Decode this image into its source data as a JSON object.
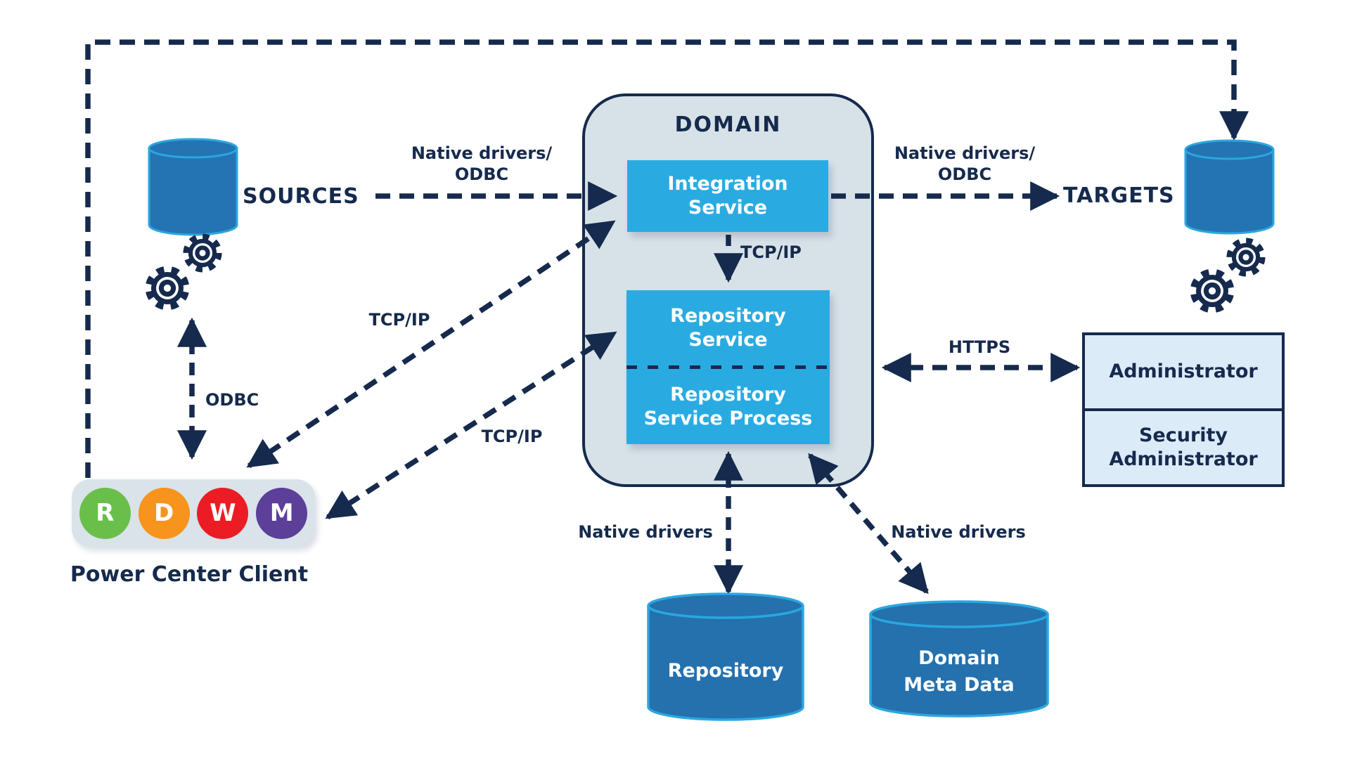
{
  "colors": {
    "navy": "#152A4D",
    "service_blue": "#29ABE2",
    "domain_fill": "#D7E1E8",
    "client_fill": "#D9E3E9",
    "admin_fill": "#DCEBF8",
    "cylinder_fill": "#2474B3",
    "cylinder_stroke": "#2BA7DF",
    "white": "#FFFFFF"
  },
  "domain": {
    "title": "DOMAIN"
  },
  "nodes": {
    "sources": {
      "label": "SOURCES"
    },
    "targets": {
      "label": "TARGETS"
    },
    "integration_service": {
      "line1": "Integration",
      "line2": "Service"
    },
    "repository_service": {
      "line1": "Repository",
      "line2": "Service"
    },
    "repository_service_process": {
      "line1": "Repository",
      "line2": "Service Process"
    },
    "administrator": {
      "label": "Administrator"
    },
    "security_administrator": {
      "line1": "Security",
      "line2": "Administrator"
    },
    "power_center_client": {
      "label": "Power Center Client",
      "tools": [
        {
          "letter": "R",
          "color": "#6ABF4B"
        },
        {
          "letter": "D",
          "color": "#F7941E"
        },
        {
          "letter": "W",
          "color": "#EC1C24"
        },
        {
          "letter": "M",
          "color": "#5B3F99"
        }
      ]
    },
    "repository_db": {
      "label": "Repository"
    },
    "domain_meta_data_db": {
      "line1": "Domain",
      "line2": "Meta Data"
    }
  },
  "edges": {
    "sources_to_integration": {
      "line1": "Native drivers/",
      "line2": "ODBC"
    },
    "integration_to_targets": {
      "line1": "Native drivers/",
      "line2": "ODBC"
    },
    "integration_to_repository": {
      "label": "TCP/IP"
    },
    "client_to_integration": {
      "label": "TCP/IP"
    },
    "client_to_repository": {
      "label": "TCP/IP"
    },
    "client_to_sources": {
      "label": "ODBC"
    },
    "domain_to_administrator": {
      "label": "HTTPS"
    },
    "process_to_repository_db": {
      "label": "Native drivers"
    },
    "process_to_domain_meta": {
      "label": "Native drivers"
    }
  }
}
